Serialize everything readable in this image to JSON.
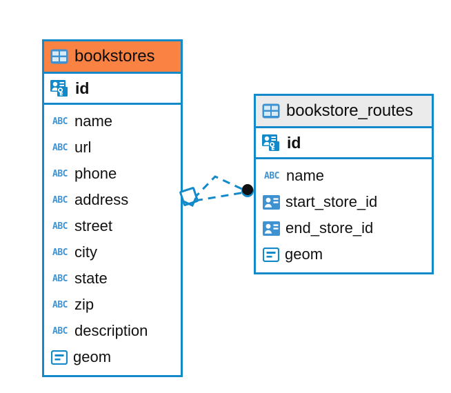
{
  "diagram": {
    "type": "entity-relationship-diagram",
    "background": "#ffffff",
    "accent_color": "#1289c8",
    "header_accent_color": "#fa8243",
    "header_neutral_color": "#ebebeb"
  },
  "entities": [
    {
      "id": "bookstores",
      "title": "bookstores",
      "header_style": "accent",
      "table_icon": "table-icon",
      "primary_key": {
        "label": "id",
        "icon": "primary-key-icon"
      },
      "attributes": [
        {
          "label": "name",
          "icon": "abc-icon",
          "icon_text": "ABC"
        },
        {
          "label": "url",
          "icon": "abc-icon",
          "icon_text": "ABC"
        },
        {
          "label": "phone",
          "icon": "abc-icon",
          "icon_text": "ABC"
        },
        {
          "label": "address",
          "icon": "abc-icon",
          "icon_text": "ABC"
        },
        {
          "label": "street",
          "icon": "abc-icon",
          "icon_text": "ABC"
        },
        {
          "label": "city",
          "icon": "abc-icon",
          "icon_text": "ABC"
        },
        {
          "label": "state",
          "icon": "abc-icon",
          "icon_text": "ABC"
        },
        {
          "label": "zip",
          "icon": "abc-icon",
          "icon_text": "ABC"
        },
        {
          "label": "description",
          "icon": "abc-icon",
          "icon_text": "ABC"
        },
        {
          "label": "geom",
          "icon": "geometry-icon",
          "icon_text": ""
        }
      ]
    },
    {
      "id": "bookstore_routes",
      "title": "bookstore_routes",
      "header_style": "neutral",
      "table_icon": "table-icon",
      "primary_key": {
        "label": "id",
        "icon": "primary-key-icon"
      },
      "attributes": [
        {
          "label": "name",
          "icon": "abc-icon",
          "icon_text": "ABC"
        },
        {
          "label": "start_store_id",
          "icon": "foreign-key-icon",
          "icon_text": ""
        },
        {
          "label": "end_store_id",
          "icon": "foreign-key-icon",
          "icon_text": ""
        },
        {
          "label": "geom",
          "icon": "geometry-icon",
          "icon_text": ""
        }
      ]
    }
  ],
  "relationship": {
    "name": "bookstores-to-bookstore-routes",
    "line_style": "dashed",
    "line_color": "#1289c8",
    "source_marker": "diamond-marker",
    "target_marker": "filled-circle-marker",
    "target_marker_color": "#111111"
  }
}
